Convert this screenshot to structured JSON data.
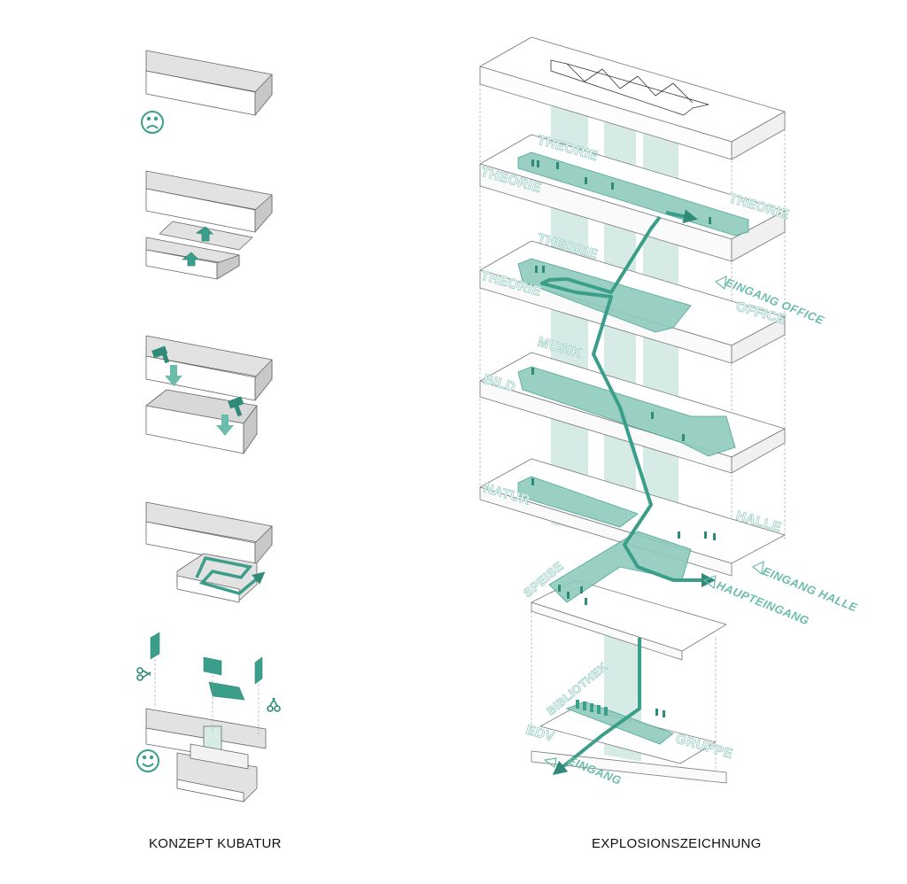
{
  "captions": {
    "left": "KONZEPT KUBATUR",
    "right": "EXPLOSIONSZEICHNUNG"
  },
  "concept": {
    "steps": 5,
    "icons": [
      "sad-face-icon",
      "arrow-up-icon",
      "hammer-icon",
      "path-arrow-icon",
      "scissors-icon",
      "happy-face-icon"
    ]
  },
  "rooms": {
    "theorie_1": "THEORIE",
    "theorie_2": "THEORIE",
    "theorie_3": "THEORIE",
    "theorie_4": "THEORIE",
    "theorie_5": "THEORIE",
    "office": "OFFICE",
    "musik": "MUSIK",
    "bild": "BILD",
    "natur": "NATUR",
    "halle": "HALLE",
    "speise": "SPEISE",
    "bibliothek": "BIBLIOTHEK",
    "edv": "EDV",
    "gruppe": "GRUPPE"
  },
  "entrances": {
    "office": "EINGANG OFFICE",
    "halle": "EINGANG HALLE",
    "haupt": "HAUPTEINGANG",
    "eingang": "EINGANG"
  },
  "colors": {
    "accent": "#3a9e8a",
    "accent_dark": "#2f8a78",
    "accent_light": "#cfe8e2",
    "block_top": "#e6e6e6",
    "block_front": "#ffffff",
    "block_side": "#c9c9c9",
    "line": "#555555"
  }
}
